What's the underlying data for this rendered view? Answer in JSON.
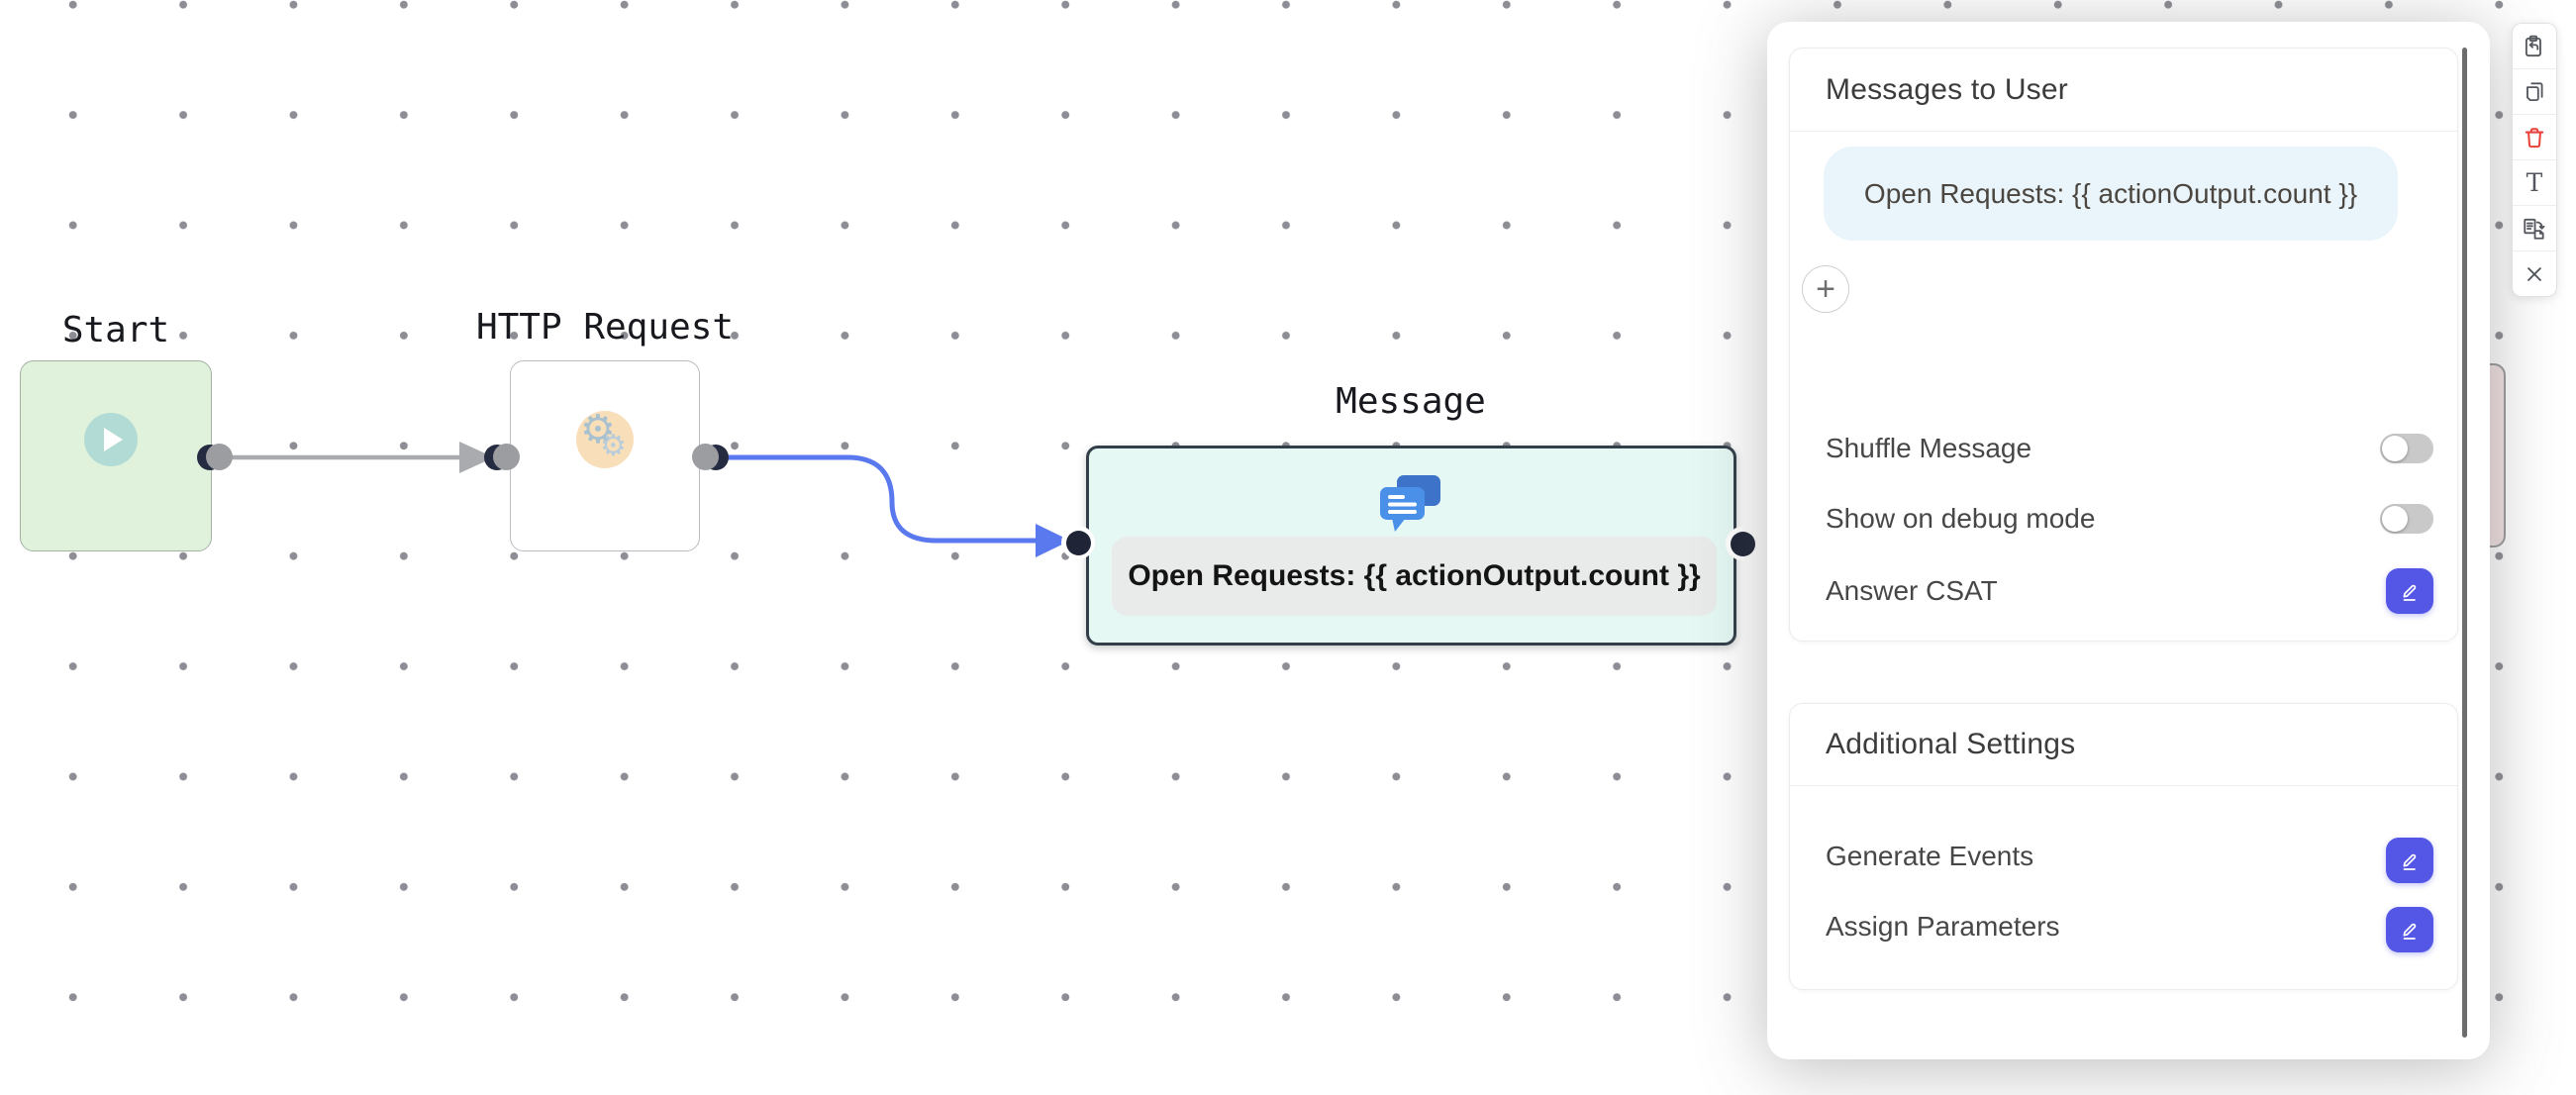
{
  "canvas": {
    "nodes": {
      "start": {
        "label": "Start"
      },
      "http_request": {
        "label": "HTTP Request"
      },
      "message": {
        "label": "Message",
        "bubble_text": "Open Requests: {{ actionOutput.count }}"
      }
    },
    "edges": [
      {
        "from": "start",
        "to": "http_request",
        "color": "#a9abaf"
      },
      {
        "from": "http_request",
        "to": "message",
        "color": "#5b79ee"
      }
    ]
  },
  "panel": {
    "messages": {
      "title": "Messages to User",
      "message_bubble": "Open Requests: {{ actionOutput.count }}",
      "add_button": "+",
      "shuffle_label": "Shuffle Message",
      "shuffle_on": false,
      "debug_label": "Show on debug mode",
      "debug_on": false,
      "csat_label": "Answer CSAT"
    },
    "additional": {
      "title": "Additional Settings",
      "generate_events_label": "Generate Events",
      "assign_parameters_label": "Assign Parameters"
    }
  },
  "toolbar": {
    "items": [
      "paste",
      "copy",
      "delete",
      "text",
      "transfer",
      "close"
    ],
    "text_tool_glyph": "T"
  },
  "colors": {
    "accent_indigo": "#5457e5",
    "edge_blue": "#5b79ee",
    "edge_gray": "#a9abaf",
    "delete_red": "#e8423c",
    "node_selected_border": "#333e49",
    "message_node_bg": "#e5f8f3",
    "start_node_bg": "#e0f2dc",
    "http_icon_bg": "#f8dfb9",
    "panel_bubble_bg": "#e9f4fb",
    "chat_icon_front": "#4a90e9",
    "chat_icon_back": "#3d74c9"
  }
}
